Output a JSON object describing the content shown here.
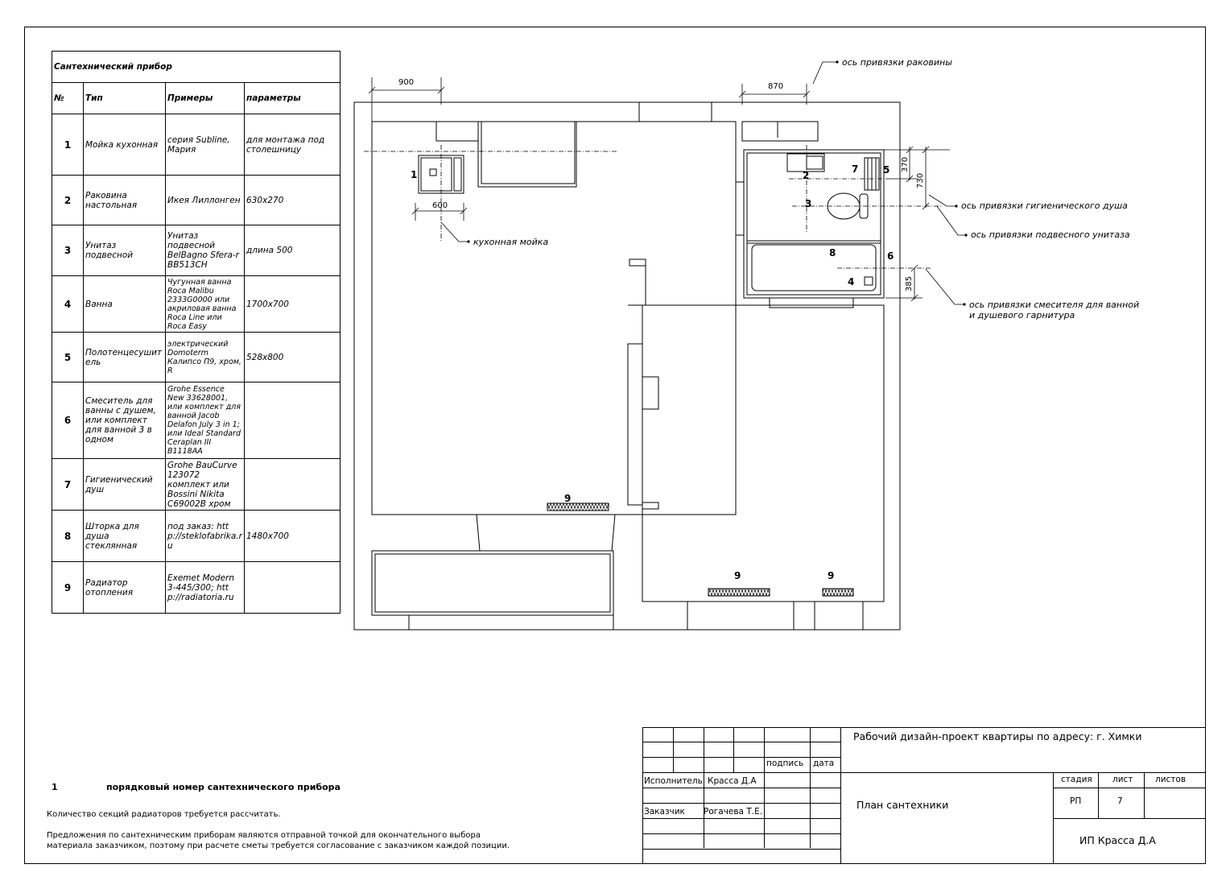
{
  "spec": {
    "caption": "Сантехнический прибор",
    "headers": [
      "№",
      "Тип",
      "Примеры",
      "параметры"
    ],
    "rows": [
      {
        "num": "1",
        "type": "Мойка кухонная",
        "examples": "серия Subline, Мария",
        "params": "для монтажа под столешницу"
      },
      {
        "num": "2",
        "type": "Раковина настольная",
        "examples": "Икея Лиллонген",
        "params": "630х270"
      },
      {
        "num": "3",
        "type": "Унитаз подвесной",
        "examples": "Унитаз подвесной BelBagno Sfera-r BB513CH",
        "params": "длина 500"
      },
      {
        "num": "4",
        "type": "Ванна",
        "examples": "Чугунная ванна Roca Malibu 2333G0000 или акриловая ванна Roca Line или Roca Easy",
        "params": "1700х700"
      },
      {
        "num": "5",
        "type": "Полотенцесушитель",
        "examples": "электрический Domoterm Калипсо П9, хром, R",
        "params": "528х800"
      },
      {
        "num": "6",
        "type": "Смеситель для ванны с душем, или комплект для ванной 3 в одном",
        "examples": "Grohe Essence New 33628001, или комплект для ванной Jacob Delafon July 3 in 1; или Ideal Standard Ceraplan III B1118AA",
        "params": ""
      },
      {
        "num": "7",
        "type": "Гигиенический душ",
        "examples": "Grohe BauCurve 123072 комплект или Bossini Nikita C69002B хром",
        "params": ""
      },
      {
        "num": "8",
        "type": "Шторка для душа стеклянная",
        "examples": "под заказ: http://steklofabrika.ru",
        "params": "1480х700"
      },
      {
        "num": "9",
        "type": "Радиатор отопления",
        "examples": "Exemet Modern 3-445/300; http://radiatoria.ru",
        "params": ""
      }
    ]
  },
  "plan": {
    "dims": {
      "d900": "900",
      "d870": "870",
      "d600": "600",
      "d370": "370",
      "d730": "730",
      "d385": "385"
    },
    "fixtures": {
      "f1": "1",
      "f2": "2",
      "f3": "3",
      "f4": "4",
      "f5": "5",
      "f6": "6",
      "f7": "7",
      "f8": "8",
      "r1": "9",
      "r2": "9",
      "r3": "9"
    },
    "labels": {
      "sink_axis": "ось привязки раковины",
      "kitchen_sink": "кухонная мойка",
      "hygienic_shower_axis": "ось привязки гигиенического душа",
      "toilet_axis": "ось привязки подвесного унитаза",
      "mixer_axis_1": "ось привязки смесителя для ванной",
      "mixer_axis_2": "и душевого гарнитура"
    }
  },
  "notes": {
    "legend_num": "1",
    "legend_text": "порядковый номер сантехнического прибора",
    "radiators": "Количество секций радиаторов требуется рассчитать.",
    "proposal_1": "Предложения по сантехническим приборам являются отправной точкой для окончательного выбора",
    "proposal_2": "материала заказчиком, поэтому при расчете сметы требуется согласование с заказчиком каждой позиции."
  },
  "titleblock": {
    "project": "Рабочий дизайн-проект квартиры по адресу: г. Химки",
    "signature": "подпись",
    "date": "дата",
    "executor_label": "Исполнитель",
    "executor": "Красса Д.А",
    "customer_label": "Заказчик",
    "customer": "Рогачева Т.Е.",
    "sheet_title": "План сантехники",
    "stage_label": "стадия",
    "sheet_label": "лист",
    "sheets_label": "листов",
    "stage": "РП",
    "sheet": "7",
    "company": "ИП Красса Д.А"
  }
}
